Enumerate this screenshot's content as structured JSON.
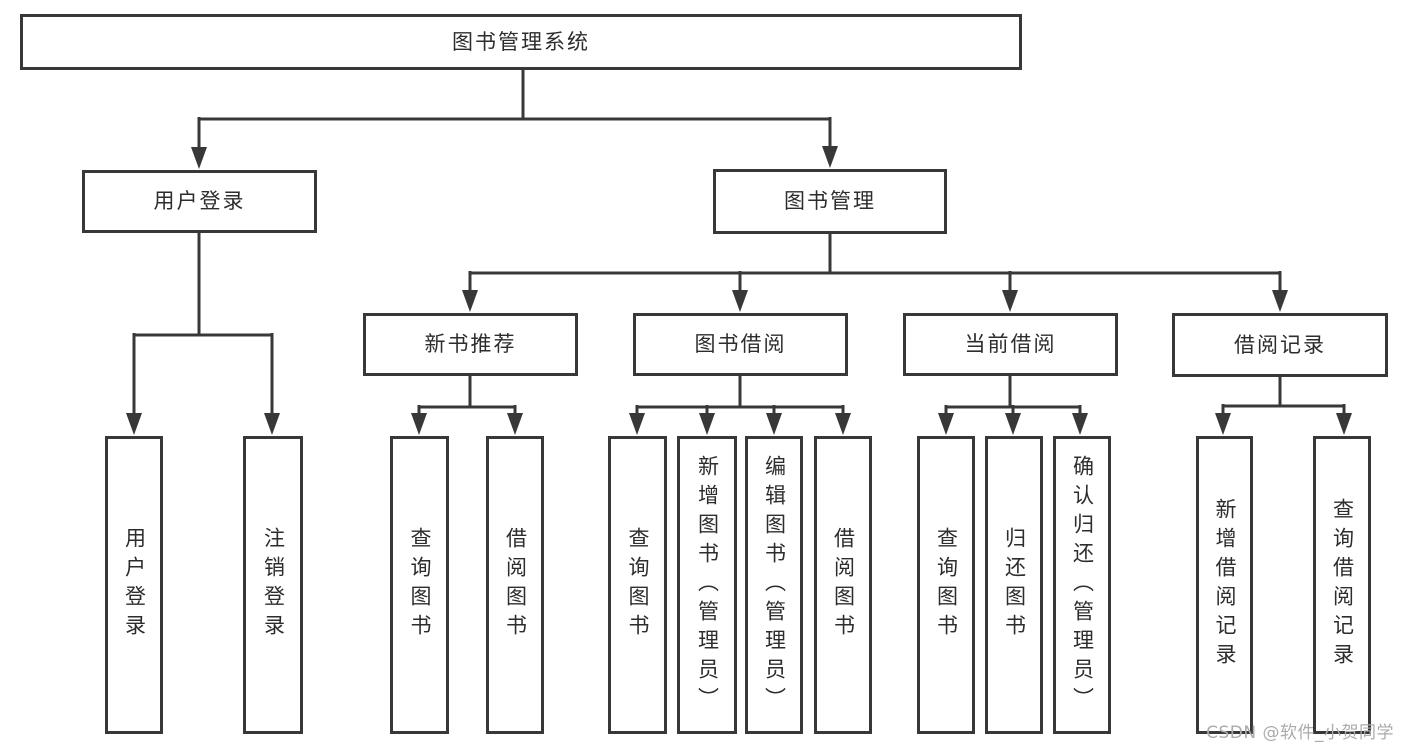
{
  "diagram": {
    "root": {
      "label": "图书管理系统"
    },
    "branches": [
      {
        "label": "用户登录",
        "children": [
          {
            "label": "用户登录"
          },
          {
            "label": "注销登录"
          }
        ]
      },
      {
        "label": "图书管理",
        "children": [
          {
            "label": "新书推荐",
            "children": [
              {
                "label": "查询图书"
              },
              {
                "label": "借阅图书"
              }
            ]
          },
          {
            "label": "图书借阅",
            "children": [
              {
                "label": "查询图书"
              },
              {
                "label": "新增图书（管理员）"
              },
              {
                "label": "编辑图书（管理员）"
              },
              {
                "label": "借阅图书"
              }
            ]
          },
          {
            "label": "当前借阅",
            "children": [
              {
                "label": "查询图书"
              },
              {
                "label": "归还图书"
              },
              {
                "label": "确认归还（管理员）"
              }
            ]
          },
          {
            "label": "借阅记录",
            "children": [
              {
                "label": "新增借阅记录"
              },
              {
                "label": "查询借阅记录"
              }
            ]
          }
        ]
      }
    ]
  },
  "watermark": {
    "text": "CSDN @软件_小贺同学"
  },
  "colors": {
    "line": "#383838",
    "text": "#2d2d2d",
    "background": "#ffffff",
    "watermark": "#ababab"
  }
}
